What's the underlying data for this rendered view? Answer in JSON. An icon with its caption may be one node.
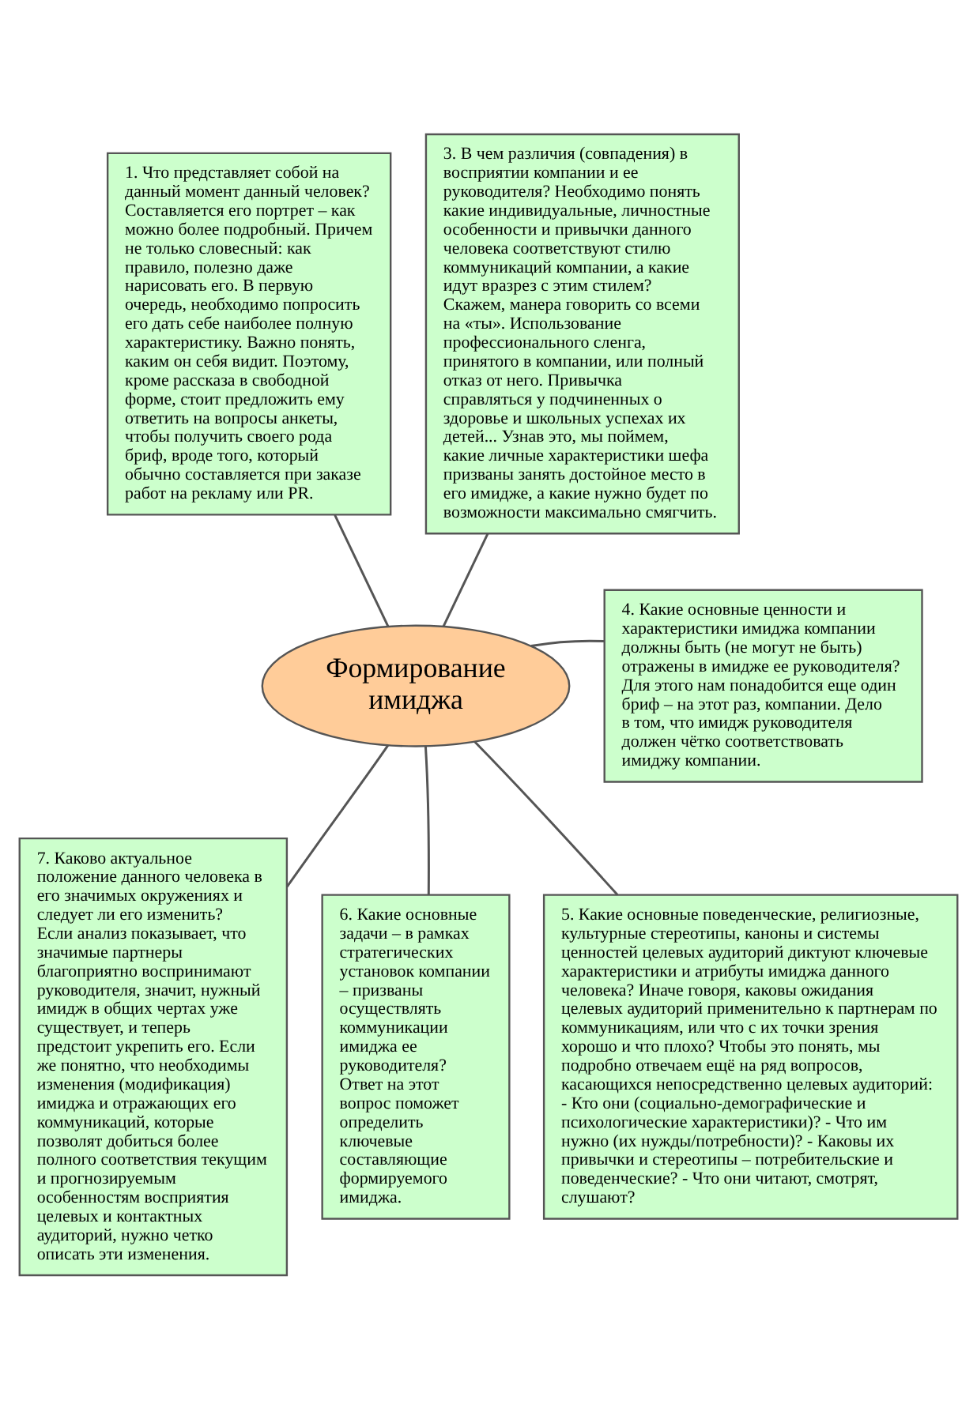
{
  "diagram": {
    "nodes": [
      {
        "text": [
          "1. Что представляет собой на данный момент данный человек? Составляется его портрет – как можно более подробный. Причем не только словесный: как правило, полезно даже нарисовать его. В первую очередь, необходимо попросить его дать себе наиболее полную характеристику. Важно понять, каким он себя видит. Поэтому, кроме рассказа в свободной форме, стоит предложить ему ответить на вопросы анкеты, чтобы получить своего рода бриф, вроде того, который обычно составляется при заказе работ на рекламу или PR."
        ]
      },
      {
        "text": [
          "3. В чем различия (совпадения) в восприятии компании и ее руководителя? Необходимо понять какие индивидуальные, личностные особенности и привычки данного человека соответствуют стилю коммуникаций компании, а какие идут вразрез с этим стилем? Скажем, манера говорить со всеми на «ты». Использование профессионального сленга, принятого в компании, или полный отказ от него. Привычка справляться у подчиненных о здоровье и школьных успехах их детей... Узнав это, мы поймем, какие личные характеристики шефа призваны занять достойное место в его имидже, а какие нужно будет по возможности максимально смягчить."
        ]
      },
      {
        "text": [
          "Формирование имиджа"
        ]
      },
      {
        "text": [
          "4. Какие основные ценности и характеристики имиджа компании должны быть (не могут не быть) отражены в имидже ее руководителя? Для этого нам понадобится еще один бриф – на этот раз, компании. Дело в том, что имидж руководителя должен чётко соответствовать имиджу компании."
        ]
      },
      {
        "text": [
          "7. Каково актуальное положение данного человека в его значимых окружениях и следует ли его изменить? Если анализ показывает, что значимые партнеры благоприятно воспринимают руководителя, значит, нужный имидж в общих чертах уже существует, и теперь предстоит укрепить его. Если же понятно, что необходимы изменения (модификация) имиджа и отражающих его коммуникаций, которые позволят добиться более полного соответствия текущим и прогнозируемым особенностям восприятия целевых и контактных аудиторий, нужно четко описать эти изменения."
        ]
      },
      {
        "text": [
          "6. Какие основные задачи – в рамках стратегических установок компании – призваны осуществлять коммуникации имиджа ее руководителя? Ответ на этот вопрос поможет определить ключевые составляющие формируемого имиджа."
        ]
      },
      {
        "text": [
          "5. Какие основные поведенческие, религиозные, культурные стереотипы, каноны и системы ценностей целевых аудиторий диктуют ключевые характеристики и атрибуты имиджа данного человека? Иначе говоря, каковы ожидания целевых аудиторий применительно к партнерам по коммуникациям, или что с их точки зрения хорошо и что плохо? Чтобы это понять, мы подробно отвечаем ещё на ряд вопросов, касающихся непосредственно целевых аудиторий: - Кто они (социально-демографические и психологические характеристики)? - Что им нужно (их нужды/потребности)? - Каковы их привычки и стереотипы – потребительские и поведенческие? - Что они читают, смотрят, слушают?"
        ]
      }
    ],
    "edges": [
      {
        "from": 0,
        "to": 2,
        "arrow": "none"
      },
      {
        "from": 1,
        "to": 2,
        "arrow": "none"
      },
      {
        "from": 3,
        "to": 2,
        "arrow": "none"
      },
      {
        "from": 4,
        "to": 2,
        "arrow": "none"
      },
      {
        "from": 5,
        "to": 2,
        "arrow": "none"
      },
      {
        "from": 6,
        "to": 2,
        "arrow": "none"
      }
    ]
  }
}
